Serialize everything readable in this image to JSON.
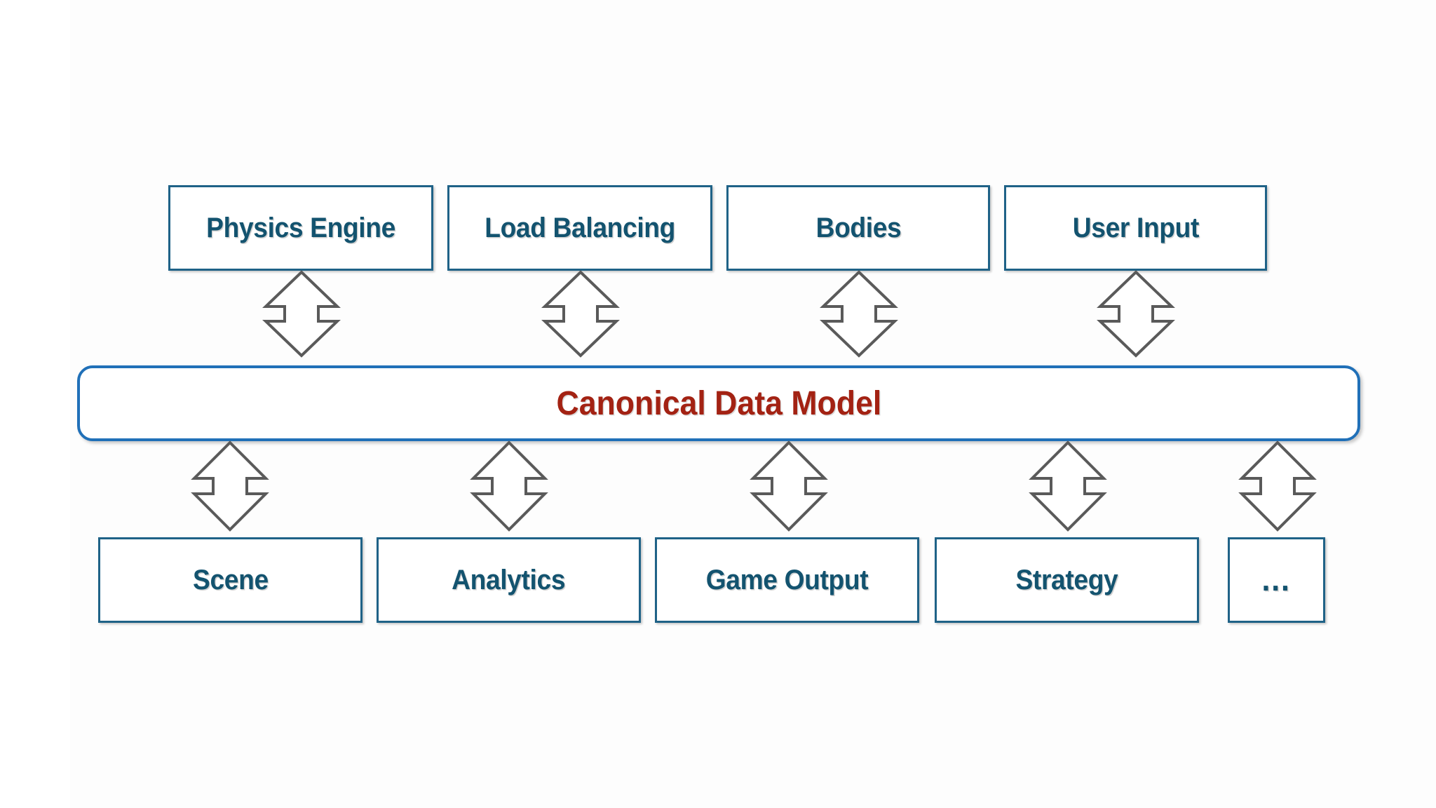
{
  "diagram": {
    "title_box": {
      "label": "Canonical Data Model",
      "color": "#a32213",
      "border_color": "#2070b8"
    },
    "node_style": {
      "text_color": "#13536f",
      "border_color": "#1f6287"
    },
    "arrow_style": {
      "stroke_color": "#5a5a5a",
      "fill_color": "#ffffff",
      "kind": "double-headed-vertical-arrow"
    },
    "top_row": [
      {
        "label": "Physics Engine"
      },
      {
        "label": "Load Balancing"
      },
      {
        "label": "Bodies"
      },
      {
        "label": "User Input"
      }
    ],
    "bottom_row": [
      {
        "label": "Scene"
      },
      {
        "label": "Analytics"
      },
      {
        "label": "Game Output"
      },
      {
        "label": "Strategy"
      },
      {
        "label": "..."
      }
    ],
    "top_connectors": [
      {
        "name": "connector-physics-engine"
      },
      {
        "name": "connector-load-balancing"
      },
      {
        "name": "connector-bodies"
      },
      {
        "name": "connector-user-input"
      }
    ],
    "bottom_connectors": [
      {
        "name": "connector-scene"
      },
      {
        "name": "connector-analytics"
      },
      {
        "name": "connector-game-output"
      },
      {
        "name": "connector-strategy"
      },
      {
        "name": "connector-more"
      }
    ]
  }
}
